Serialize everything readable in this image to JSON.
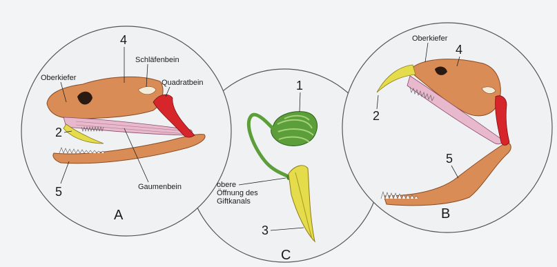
{
  "colors": {
    "background": "#f3f4f6",
    "circle_fill": "#f0f1f3",
    "circle_stroke": "#555555",
    "bone": "#d98c55",
    "bone_dark": "#b8683a",
    "palatine": "#e8b8cc",
    "quadrate": "#d7262b",
    "fang": "#e4dc4a",
    "gland": "#5c9e3a",
    "teeth": "#f4f4f4"
  },
  "panels": {
    "A": {
      "letter": "A",
      "labels": {
        "oberkiefer": "Oberkiefer",
        "schlaefenbein": "Schläfenbein",
        "quadratbein": "Quadratbein",
        "gaumenbein": "Gaumenbein",
        "n4": "4",
        "n2": "2",
        "n5": "5"
      }
    },
    "B": {
      "letter": "B",
      "labels": {
        "oberkiefer": "Oberkiefer",
        "n4": "4",
        "n2": "2",
        "n5": "5"
      }
    },
    "C": {
      "letter": "C",
      "labels": {
        "n1": "1",
        "n3": "3",
        "opening_line1": "obere",
        "opening_line2": "Öffnung des",
        "opening_line3": "Giftkanals"
      }
    }
  }
}
